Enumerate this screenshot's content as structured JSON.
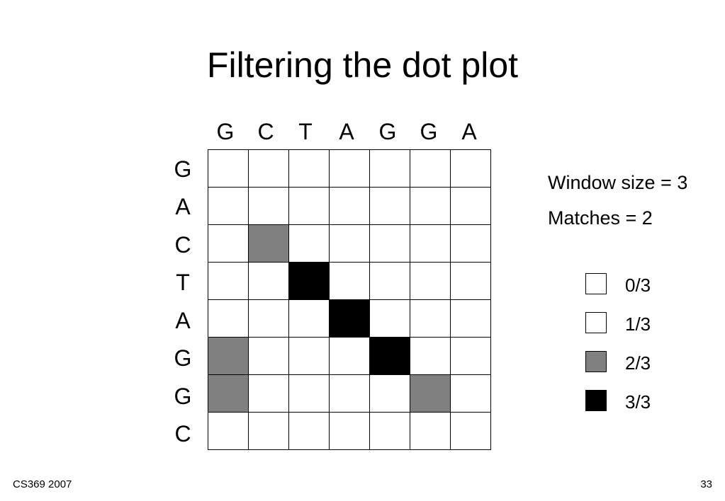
{
  "title": "Filtering the dot plot",
  "columns": [
    "G",
    "C",
    "T",
    "A",
    "G",
    "G",
    "A"
  ],
  "rows": [
    "G",
    "A",
    "C",
    "T",
    "A",
    "G",
    "G",
    "C"
  ],
  "matrix": [
    [
      0,
      0,
      0,
      0,
      0,
      0,
      0
    ],
    [
      0,
      0,
      0,
      0,
      0,
      0,
      0
    ],
    [
      0,
      2,
      0,
      0,
      0,
      0,
      0
    ],
    [
      0,
      0,
      3,
      0,
      0,
      0,
      0
    ],
    [
      0,
      0,
      0,
      3,
      0,
      0,
      0
    ],
    [
      2,
      0,
      0,
      0,
      3,
      0,
      0
    ],
    [
      2,
      0,
      0,
      0,
      0,
      2,
      0
    ],
    [
      0,
      0,
      0,
      0,
      0,
      0,
      0
    ]
  ],
  "info": {
    "window": "Window size = 3",
    "matches": "Matches = 2"
  },
  "legend": [
    {
      "label": "0/3",
      "level": 0
    },
    {
      "label": "1/3",
      "level": 1
    },
    {
      "label": "2/3",
      "level": 2
    },
    {
      "label": "3/3",
      "level": 3
    }
  ],
  "colors": {
    "0": "#ffffff",
    "1": "#ffffff",
    "2": "#808080",
    "3": "#000000"
  },
  "footer": {
    "left": "CS369 2007",
    "right": "33"
  }
}
